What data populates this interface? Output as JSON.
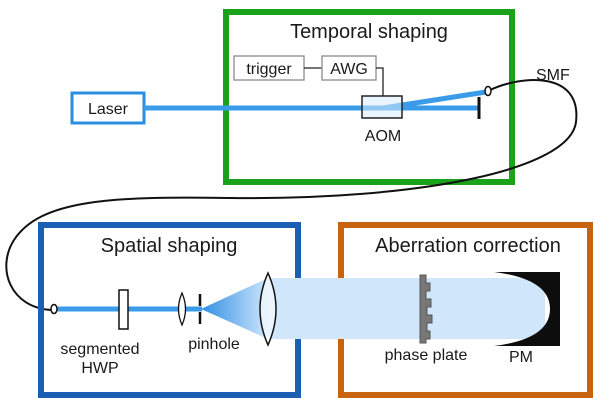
{
  "diagram": {
    "boxes": {
      "temporal": {
        "title": "Temporal shaping",
        "color": "#1aa31a"
      },
      "spatial": {
        "title": "Spatial shaping",
        "color": "#1a5fb4"
      },
      "aberration": {
        "title": "Aberration correction",
        "color": "#c8640f"
      }
    },
    "laser_label": "Laser",
    "laser_color": "#2a8ee0",
    "trigger_label": "trigger",
    "awg_label": "AWG",
    "aom_label": "AOM",
    "smf_label": "SMF",
    "hwp_label_line1": "segmented",
    "hwp_label_line2": "HWP",
    "pinhole_label": "pinhole",
    "phase_plate_label": "phase plate",
    "pm_label": "PM",
    "beam_color": "#3a9be8",
    "expanded_beam_color": "#cfe6fb"
  }
}
